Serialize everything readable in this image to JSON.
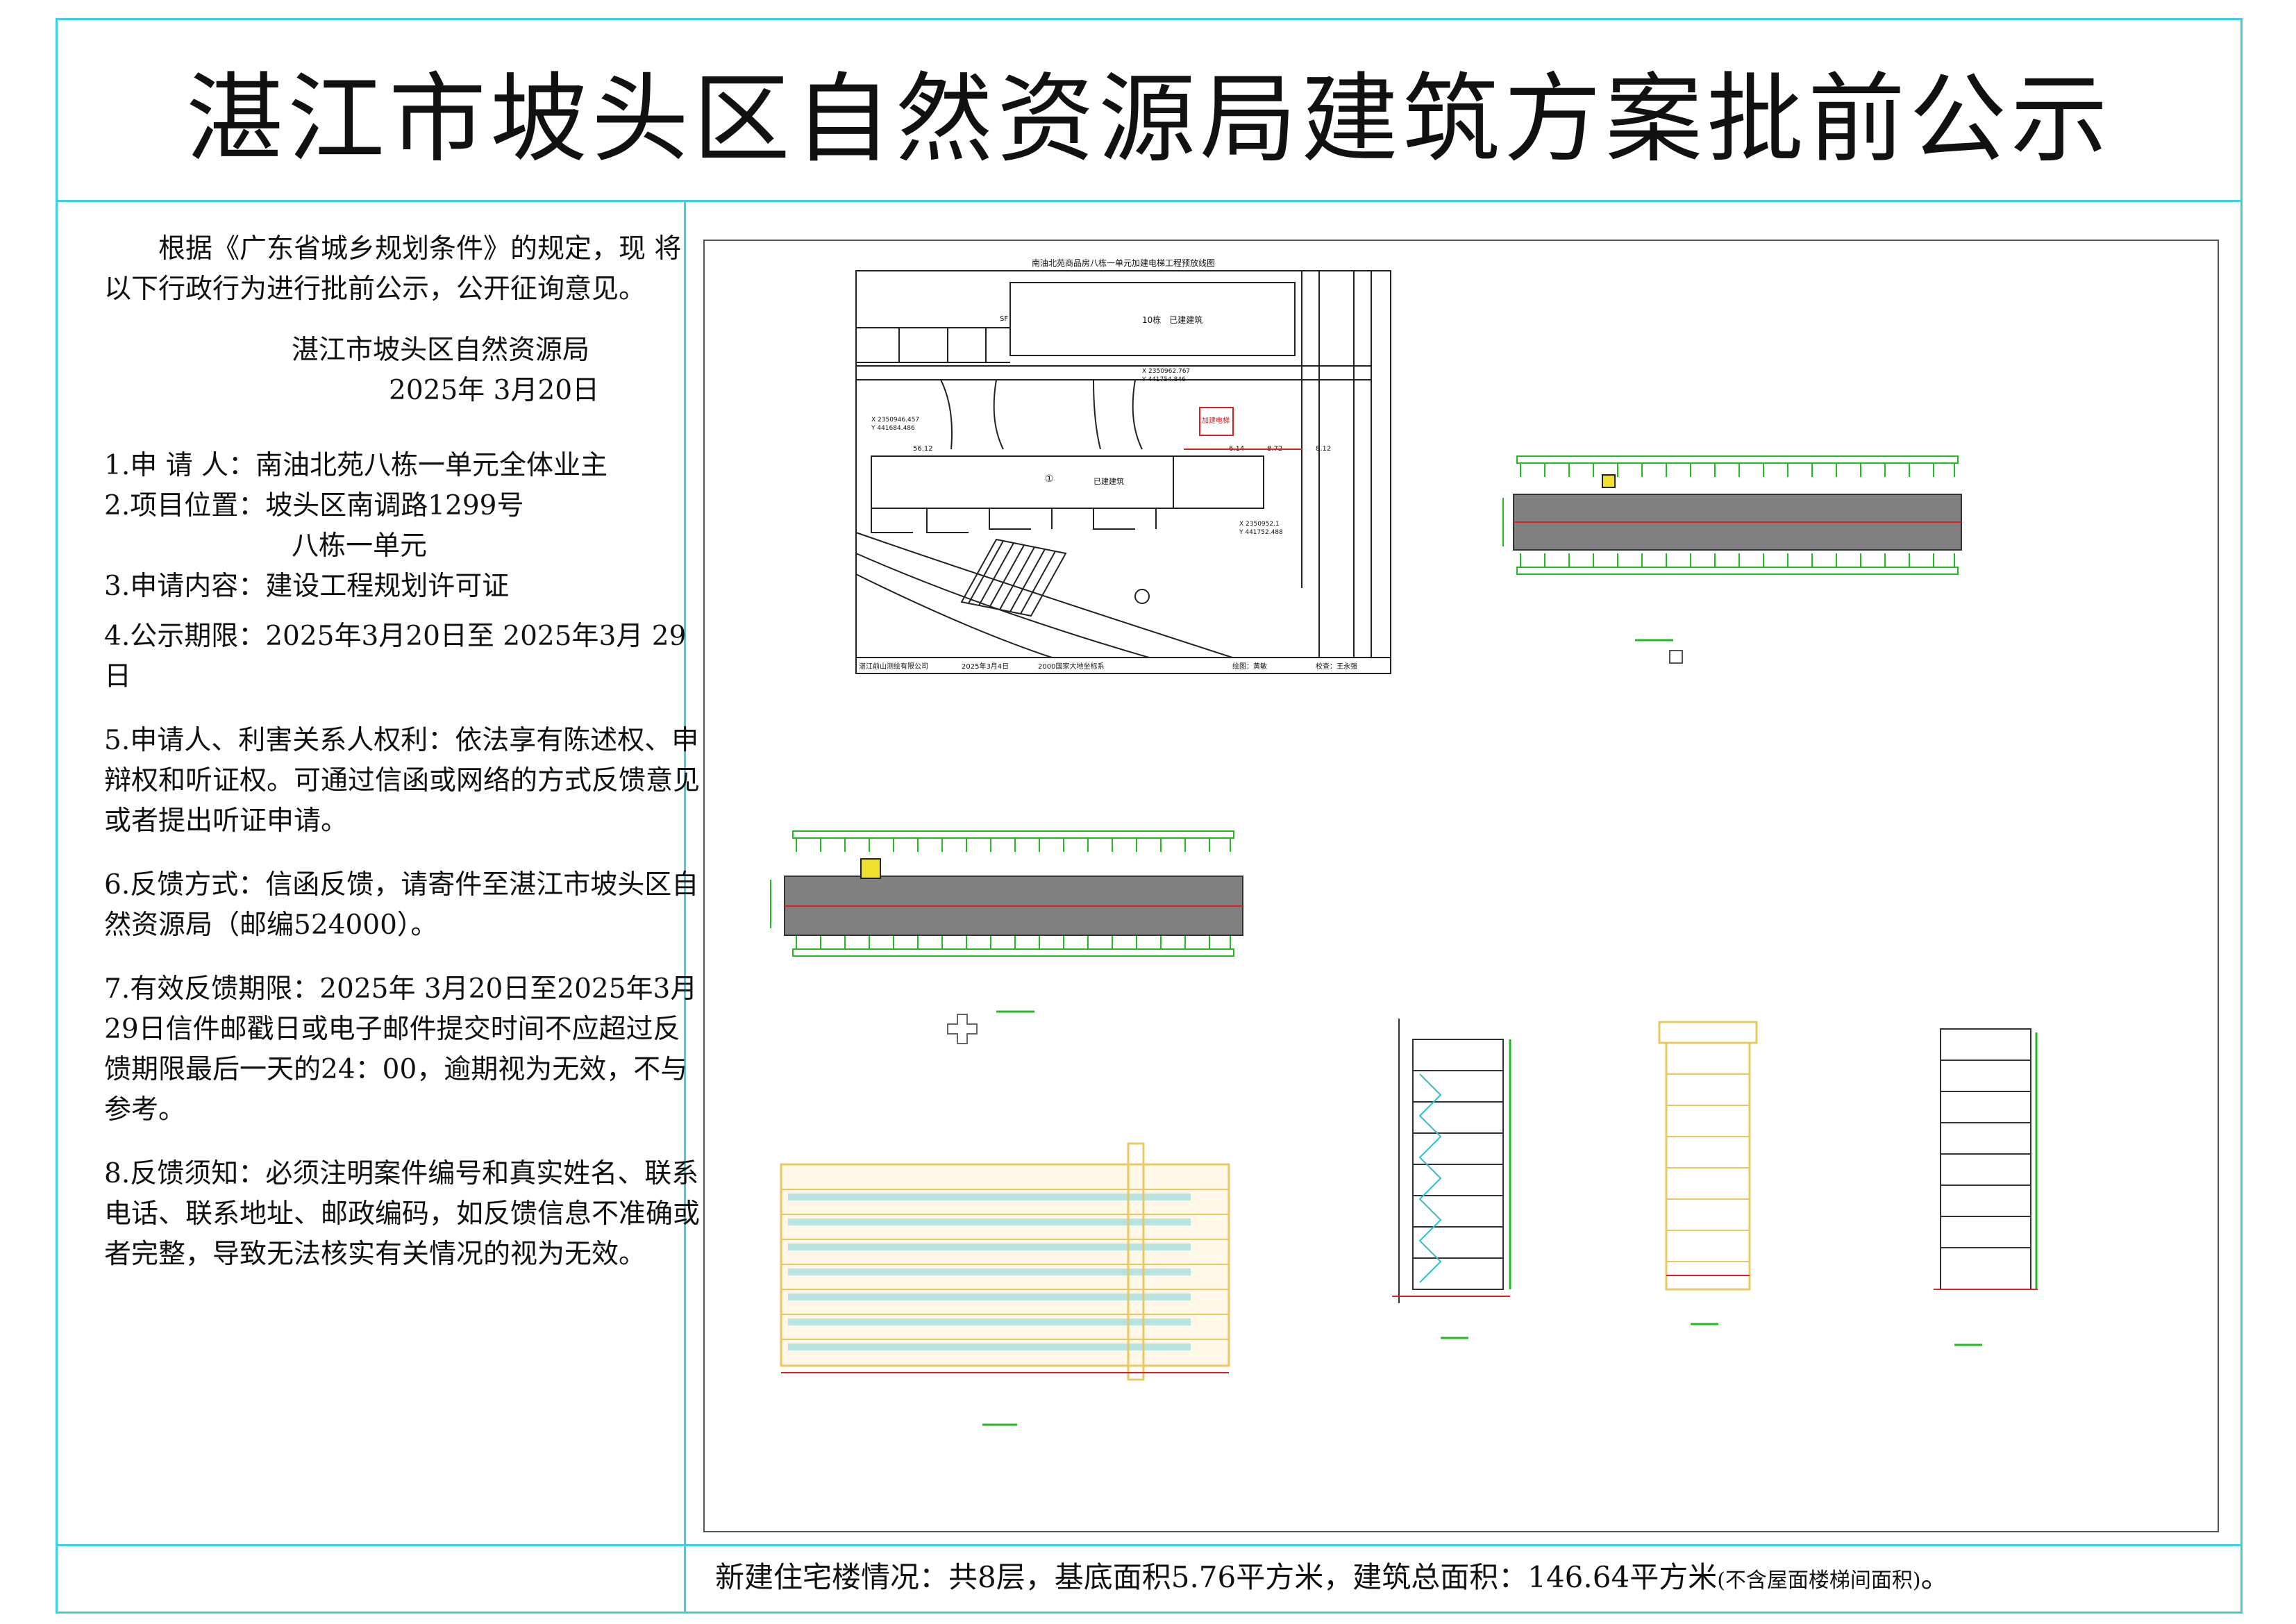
{
  "title": "湛江市坡头区自然资源局建筑方案批前公示",
  "intro": "根据《广东省城乡规划条件》的规定，现 将以下行政行为进行批前公示，公开征询意见。",
  "signature": {
    "org": "湛江市坡头区自然资源局",
    "date": "2025年 3月20日"
  },
  "items": [
    {
      "label": "1.申 请 人：",
      "value": "南油北苑八栋一单元全体业主"
    },
    {
      "label": "2.项目位置：",
      "value": "坡头区南调路1299号",
      "value2": "八栋一单元"
    },
    {
      "label": "3.申请内容：",
      "value": "建设工程规划许可证"
    },
    {
      "text": "4.公示期限：2025年3月20日至 2025年3月 29日"
    },
    {
      "text": "5.申请人、利害关系人权利：依法享有陈述权、申辩权和听证权。可通过信函或网络的方式反馈意见或者提出听证申请。"
    },
    {
      "text": "6.反馈方式：信函反馈，请寄件至湛江市坡头区自然资源局（邮编524000）。"
    },
    {
      "text": "7.有效反馈期限：2025年 3月20日至2025年3月29日信件邮戳日或电子邮件提交时间不应超过反馈期限最后一天的24：00，逾期视为无效，不与参考。"
    },
    {
      "text": "8.反馈须知：必须注明案件编号和真实姓名、联系电话、联系地址、邮政编码，如反馈信息不准确或者完整，导致无法核实有关情况的视为无效。"
    }
  ],
  "bottom": {
    "main": "新建住宅楼情况：共8层，基底面积5.76平方米，建筑总面积：146.64平方米",
    "note": "(不含屋面楼梯间面积)",
    "end": "。"
  },
  "drawing": {
    "site_title": "南油北苑商品房八栋一单元加建电梯工程预放线图",
    "label_built_1": "10栋　已建建筑",
    "label_built_2": "已建建筑",
    "label_elevator": "加建电梯",
    "label_sf": "SF",
    "circle_label": "①",
    "footer_company": "湛江前山测绘有限公司",
    "footer_date": "2025年3月4日",
    "footer_coords": "2000国家大地坐标系",
    "footer_drawer": "绘图：黄敏",
    "footer_checker": "校查：王永强",
    "dims": [
      "56.12",
      "6.14",
      "8.72",
      "8.12"
    ],
    "coords": [
      "X 2350962.767",
      "Y 441754.846",
      "X 2350946.457",
      "Y 441684.486",
      "X 2350952.1",
      "Y 441752.488"
    ]
  },
  "colors": {
    "frame": "#3fd0e0",
    "text": "#111111",
    "plan_fill": "#808080",
    "grid_green": "#22bb22",
    "accent_red": "#e02020",
    "elev_yellow": "#e8c860",
    "elev_cyan": "#30c0d0"
  }
}
